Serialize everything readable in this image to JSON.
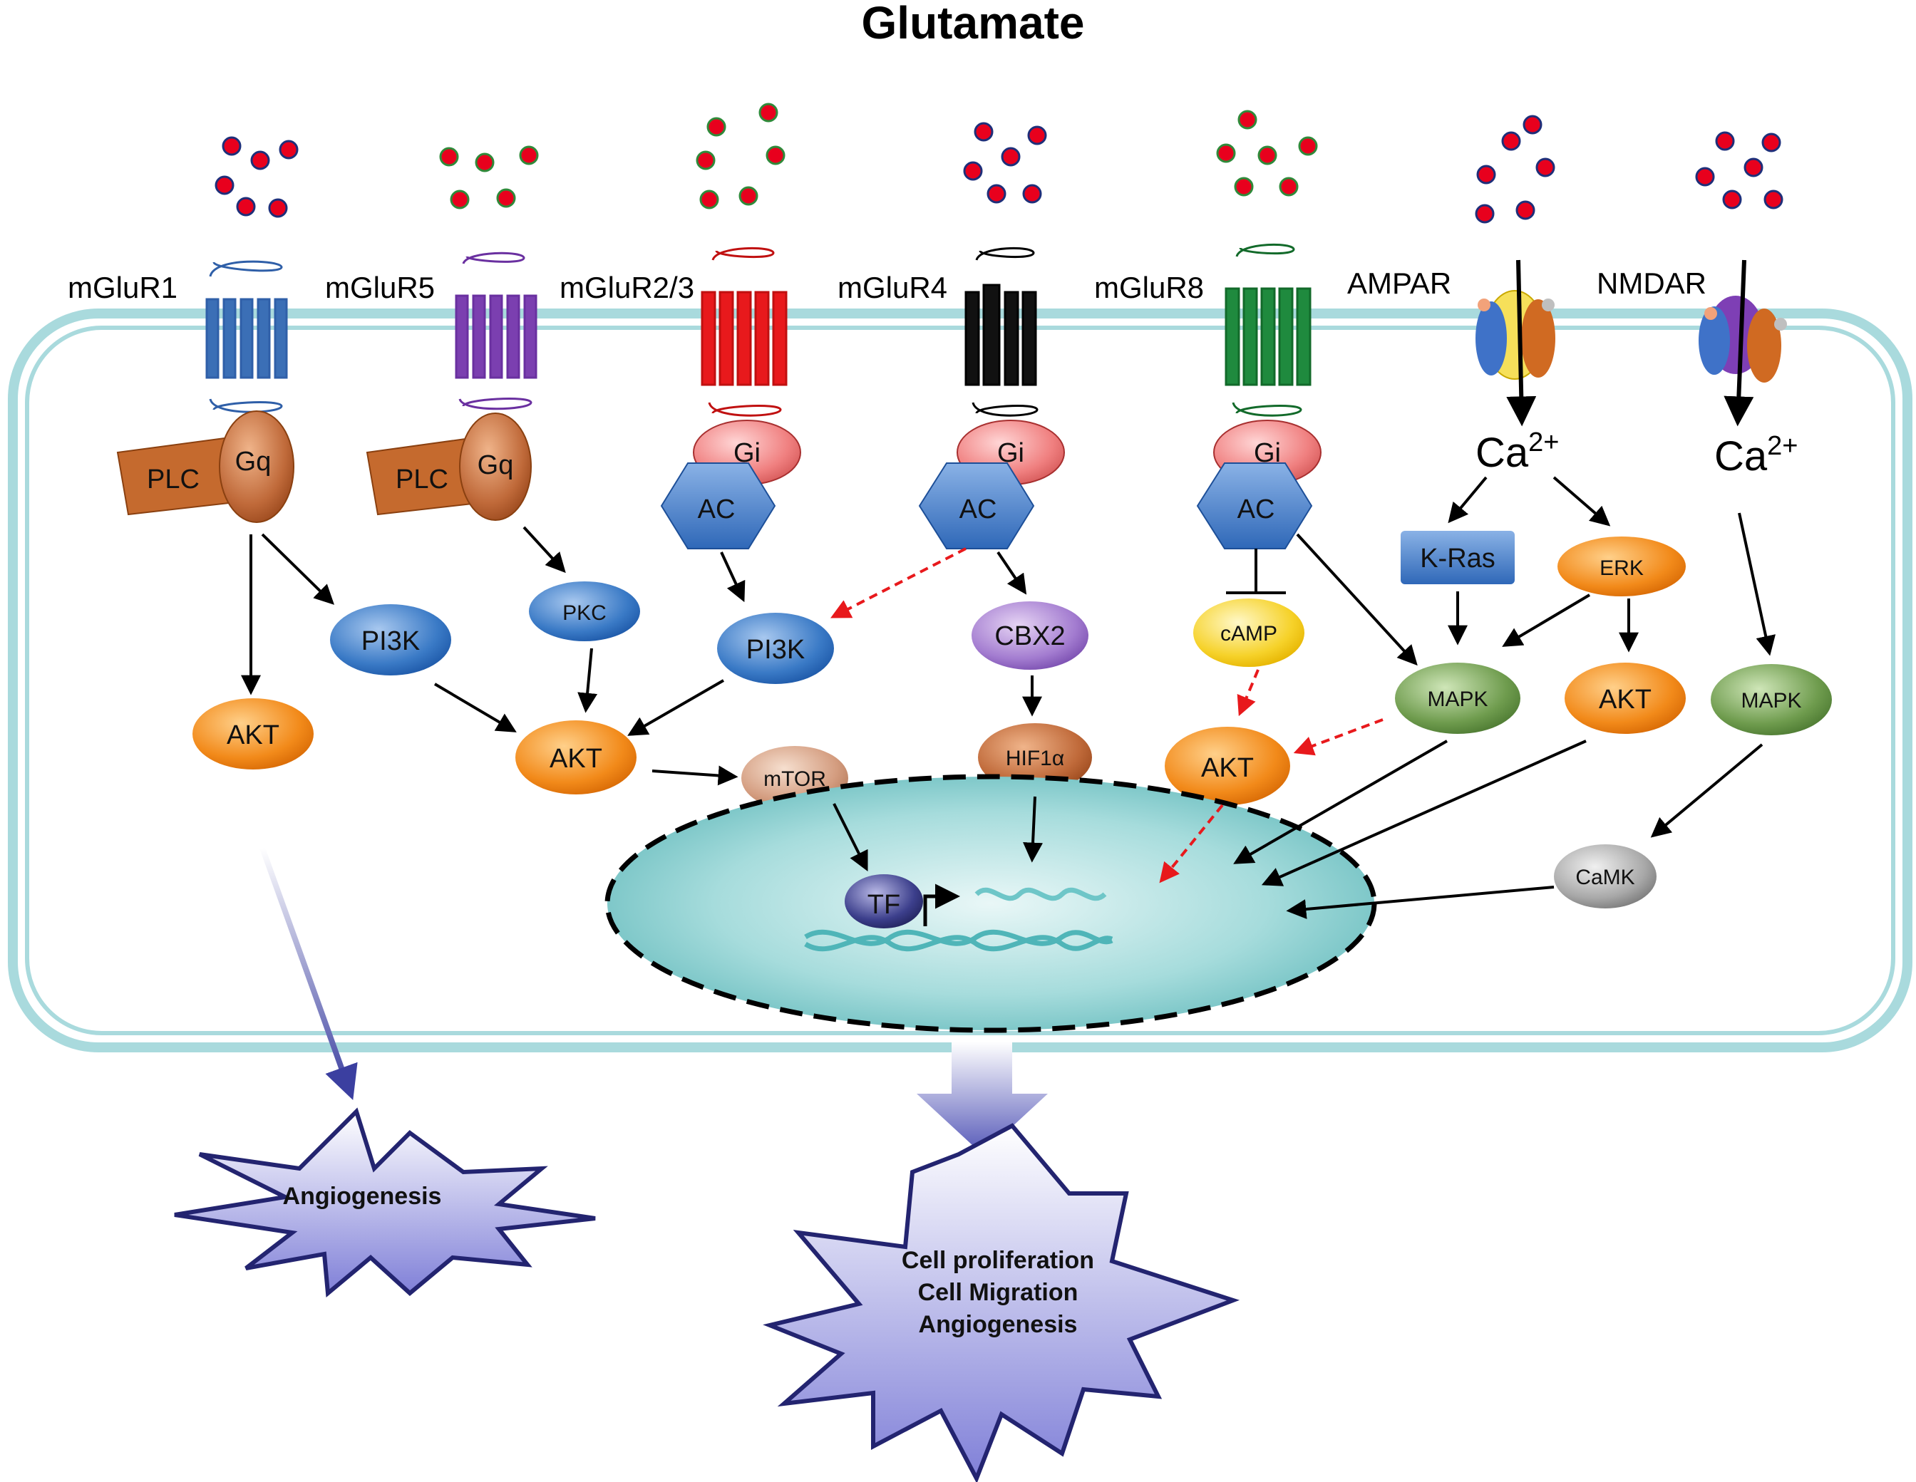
{
  "title": "Glutamate",
  "receptors": {
    "mglur1": "mGluR1",
    "mglur5": "mGluR5",
    "mglur23": "mGluR2/3",
    "mglur4": "mGluR4",
    "mglur8": "mGluR8",
    "ampar": "AMPAR",
    "nmdar": "NMDAR"
  },
  "g_proteins": {
    "gq": "Gq",
    "gi": "Gi",
    "plc": "PLC",
    "ac": "AC"
  },
  "ions": {
    "ca_base": "Ca",
    "ca_sup": "2+"
  },
  "nodes": {
    "akt": "AKT",
    "pi3k": "PI3K",
    "pkc": "PKC",
    "mtor": "mTOR",
    "cbx2": "CBX2",
    "hif1a": "HIF1α",
    "camp": "cAMP",
    "kras": "K-Ras",
    "erk": "ERK",
    "mapk": "MAPK",
    "camk": "CaMK",
    "tf": "TF"
  },
  "outcomes": {
    "left": "Angiogenesis",
    "center": [
      "Cell proliferation",
      "Cell Migration",
      "Angiogenesis"
    ]
  },
  "colors": {
    "membrane": "#a9dadd",
    "mglur1": "#3b6fb6",
    "mglur5": "#7b3fb0",
    "mglur23": "#e8191c",
    "mglur4": "#111111",
    "mglur8": "#1f8a3e",
    "glutamate_dot": "#e8001d",
    "activation_arrow": "#000000",
    "dashed_arrow": "#e8191c",
    "nucleus": "#8fd1d2",
    "outcome_fill": "#8d8ed6"
  }
}
